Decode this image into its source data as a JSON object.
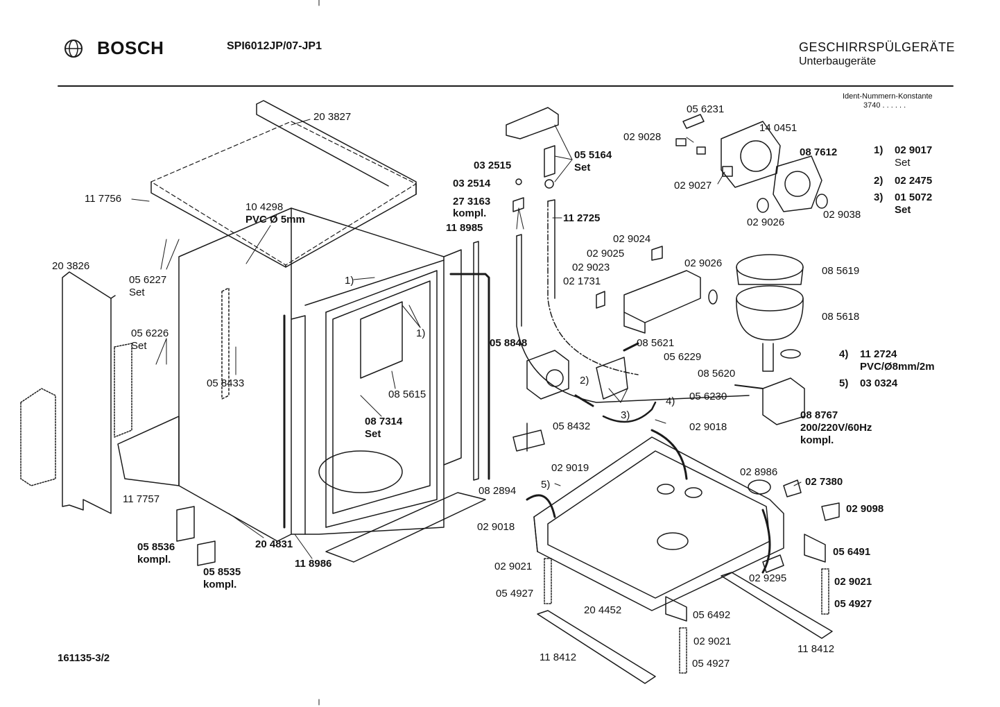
{
  "header": {
    "brand": "BOSCH",
    "model": "SPI6012JP/07-JP1",
    "category": "GESCHIRRSPÜLGERÄTE",
    "subcategory": "Unterbaugeräte",
    "ident_label": "Ident-Nummern-Konstante",
    "ident_value": "3740 . .  . . . ."
  },
  "footer": {
    "drawing_number": "161135-3/2"
  },
  "notes": [
    {
      "key": "1)",
      "part": "02 9017",
      "extra": "Set"
    },
    {
      "key": "2)",
      "part": "02 2475",
      "extra": ""
    },
    {
      "key": "3)",
      "part": "01 5072",
      "extra": "Set"
    },
    {
      "key": "4)",
      "part": "11 2724",
      "extra": "PVC/Ø8mm/2m"
    },
    {
      "key": "5)",
      "part": "03 0324",
      "extra": ""
    }
  ],
  "parts": [
    {
      "id": "p203827",
      "text": "20 3827",
      "bold": false
    },
    {
      "id": "p117756",
      "text": "11 7756",
      "bold": false
    },
    {
      "id": "p104298",
      "text": "10 4298",
      "bold": false
    },
    {
      "id": "pvc5",
      "text": "PVC Ø 5mm",
      "bold": true
    },
    {
      "id": "p203826",
      "text": "20 3826",
      "bold": false
    },
    {
      "id": "p056227",
      "text": "05 6227",
      "bold": false
    },
    {
      "id": "set1",
      "text": "Set",
      "bold": false
    },
    {
      "id": "p056226",
      "text": "05 6226",
      "bold": false
    },
    {
      "id": "set2",
      "text": "Set",
      "bold": false
    },
    {
      "id": "p058433",
      "text": "05 8433",
      "bold": false
    },
    {
      "id": "note1a",
      "text": "1)",
      "bold": false
    },
    {
      "id": "note1b",
      "text": "1)",
      "bold": false
    },
    {
      "id": "p085615",
      "text": "08 5615",
      "bold": false
    },
    {
      "id": "p087314",
      "text": "08 7314",
      "bold": true
    },
    {
      "id": "set3",
      "text": "Set",
      "bold": true
    },
    {
      "id": "p117757",
      "text": "11 7757",
      "bold": false
    },
    {
      "id": "p204831",
      "text": "20 4831",
      "bold": true
    },
    {
      "id": "p118986",
      "text": "11 8986",
      "bold": true
    },
    {
      "id": "p058536",
      "text": "05 8536",
      "bold": true
    },
    {
      "id": "kompl1",
      "text": "kompl.",
      "bold": true
    },
    {
      "id": "p058535",
      "text": "05 8535",
      "bold": true
    },
    {
      "id": "kompl2",
      "text": "kompl.",
      "bold": true
    },
    {
      "id": "p032515",
      "text": "03 2515",
      "bold": true
    },
    {
      "id": "p032514",
      "text": "03 2514",
      "bold": true
    },
    {
      "id": "p273163",
      "text": "27 3163",
      "bold": true
    },
    {
      "id": "kompl3",
      "text": "kompl.",
      "bold": true
    },
    {
      "id": "p118985",
      "text": "11 8985",
      "bold": true
    },
    {
      "id": "p055164",
      "text": "05 5164",
      "bold": true
    },
    {
      "id": "set4",
      "text": "Set",
      "bold": true
    },
    {
      "id": "p112725",
      "text": "11 2725",
      "bold": true
    },
    {
      "id": "p058848",
      "text": "05 8848",
      "bold": true
    },
    {
      "id": "note2",
      "text": "2)",
      "bold": false
    },
    {
      "id": "note3",
      "text": "3)",
      "bold": false
    },
    {
      "id": "note4",
      "text": "4)",
      "bold": false
    },
    {
      "id": "note5",
      "text": "5)",
      "bold": false
    },
    {
      "id": "p058432",
      "text": "05 8432",
      "bold": false
    },
    {
      "id": "p082894",
      "text": "08 2894",
      "bold": false
    },
    {
      "id": "p029019",
      "text": "02 9019",
      "bold": false
    },
    {
      "id": "p029018a",
      "text": "02 9018",
      "bold": false
    },
    {
      "id": "p029021a",
      "text": "02 9021",
      "bold": false
    },
    {
      "id": "p054927a",
      "text": "05 4927",
      "bold": false
    },
    {
      "id": "p118412a",
      "text": "11 8412",
      "bold": false
    },
    {
      "id": "p204452",
      "text": "20 4452",
      "bold": false
    },
    {
      "id": "p056231",
      "text": "05 6231",
      "bold": false
    },
    {
      "id": "p140451",
      "text": "14 0451",
      "bold": false
    },
    {
      "id": "p029028",
      "text": "02 9028",
      "bold": false
    },
    {
      "id": "p087612",
      "text": "08 7612",
      "bold": true
    },
    {
      "id": "p029027",
      "text": "02 9027",
      "bold": false
    },
    {
      "id": "p029026a",
      "text": "02 9026",
      "bold": false
    },
    {
      "id": "p029038",
      "text": "02 9038",
      "bold": false
    },
    {
      "id": "p029024",
      "text": "02 9024",
      "bold": false
    },
    {
      "id": "p029025",
      "text": "02 9025",
      "bold": false
    },
    {
      "id": "p029023",
      "text": "02 9023",
      "bold": false
    },
    {
      "id": "p021731",
      "text": "02 1731",
      "bold": false
    },
    {
      "id": "p029026b",
      "text": "02 9026",
      "bold": false
    },
    {
      "id": "p085619",
      "text": "08 5619",
      "bold": false
    },
    {
      "id": "p085618",
      "text": "08 5618",
      "bold": false
    },
    {
      "id": "p085621",
      "text": "08 5621",
      "bold": false
    },
    {
      "id": "p056229",
      "text": "05 6229",
      "bold": false
    },
    {
      "id": "p085620",
      "text": "08 5620",
      "bold": false
    },
    {
      "id": "p056230",
      "text": "05 6230",
      "bold": false
    },
    {
      "id": "p088767",
      "text": "08 8767",
      "bold": true
    },
    {
      "id": "volt",
      "text": "200/220V/60Hz",
      "bold": true
    },
    {
      "id": "kompl4",
      "text": "kompl.",
      "bold": true
    },
    {
      "id": "p029018b",
      "text": "02 9018",
      "bold": false
    },
    {
      "id": "p028986",
      "text": "02 8986",
      "bold": false
    },
    {
      "id": "p027380",
      "text": "02 7380",
      "bold": true
    },
    {
      "id": "p029098",
      "text": "02 9098",
      "bold": true
    },
    {
      "id": "p056491",
      "text": "05 6491",
      "bold": true
    },
    {
      "id": "p029295",
      "text": "02 9295",
      "bold": false
    },
    {
      "id": "p029021b",
      "text": "02 9021",
      "bold": true
    },
    {
      "id": "p054927b",
      "text": "05 4927",
      "bold": true
    },
    {
      "id": "p056492",
      "text": "05 6492",
      "bold": false
    },
    {
      "id": "p029021c",
      "text": "02 9021",
      "bold": false
    },
    {
      "id": "p054927c",
      "text": "05 4927",
      "bold": false
    },
    {
      "id": "p118412b",
      "text": "11 8412",
      "bold": false
    }
  ]
}
